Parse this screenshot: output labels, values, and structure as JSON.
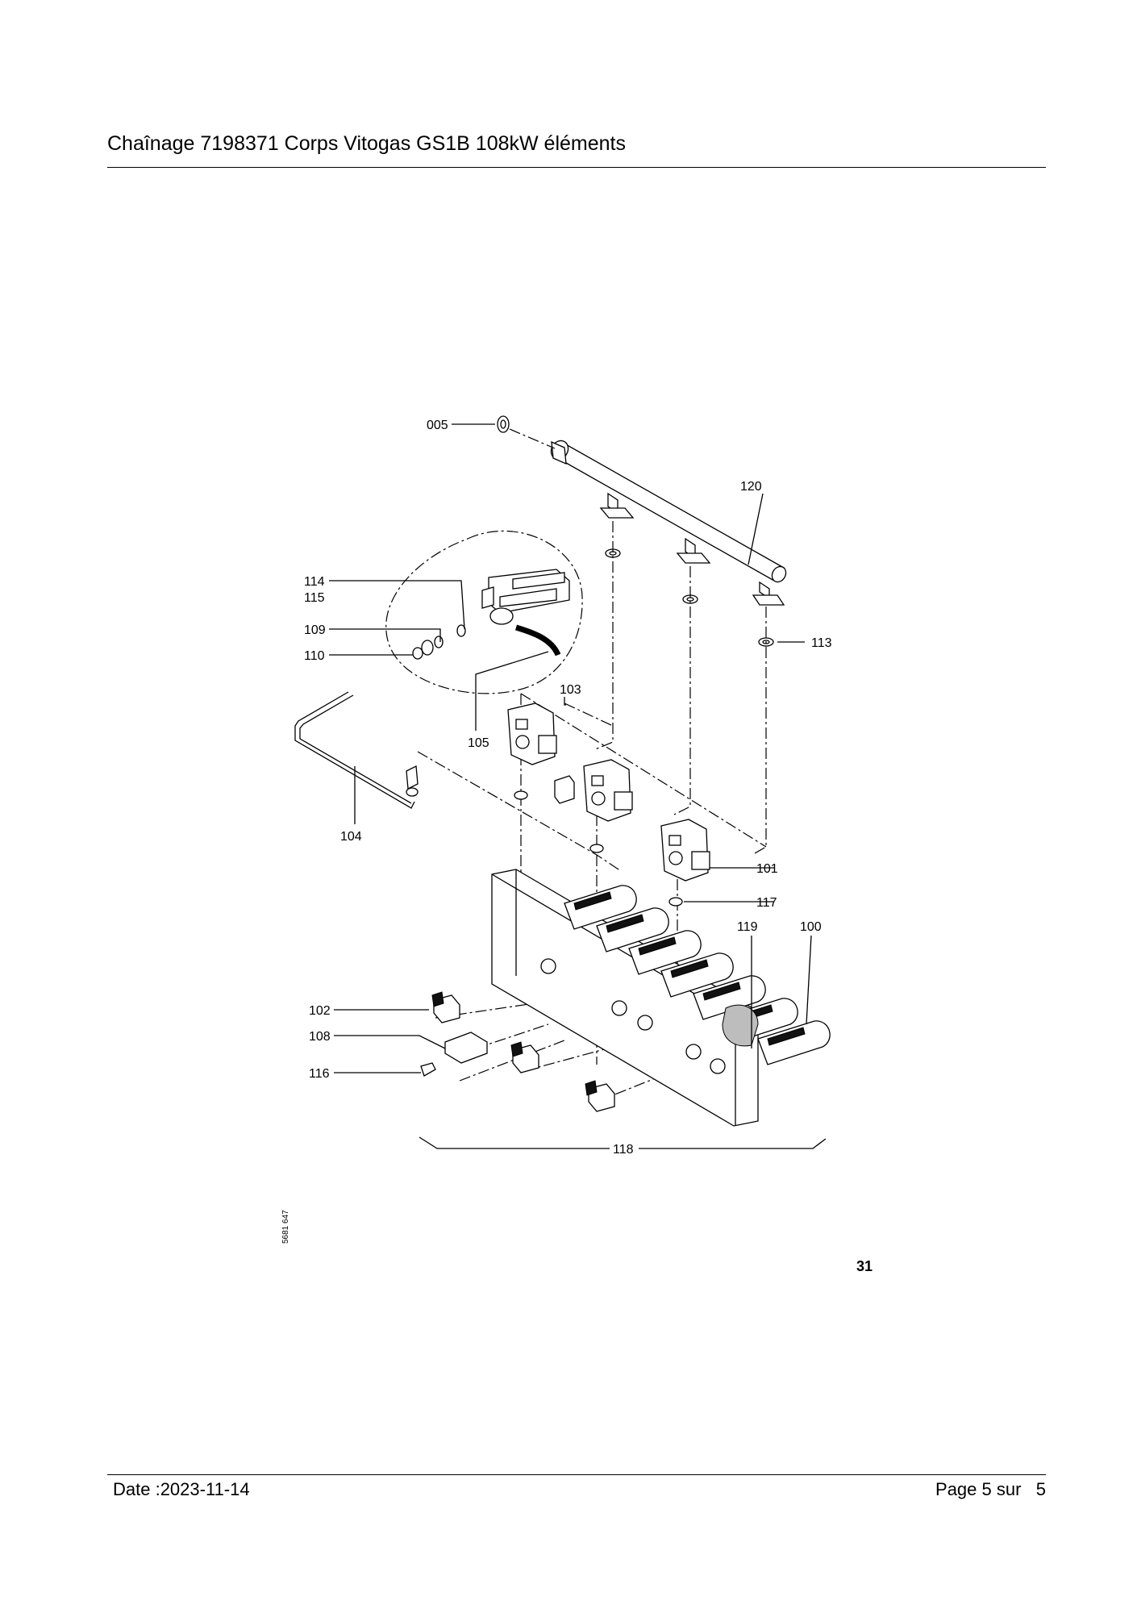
{
  "header": {
    "title": "Chaînage 7198371 Corps Vitogas GS1B 108kW éléments"
  },
  "diagram": {
    "callouts": {
      "c005": "005",
      "c120": "120",
      "c114": "114",
      "c115": "115",
      "c109": "109",
      "c110": "110",
      "c113": "113",
      "c103": "103",
      "c105": "105",
      "c104": "104",
      "c101": "101",
      "c117": "117",
      "c119": "119",
      "c100": "100",
      "c102": "102",
      "c108": "108",
      "c116": "116",
      "c118": "118"
    },
    "drawing_number": "5681 647",
    "catalog_page_number": "31"
  },
  "footer": {
    "date": "Date :2023-11-14",
    "page": "Page 5 sur   5"
  }
}
